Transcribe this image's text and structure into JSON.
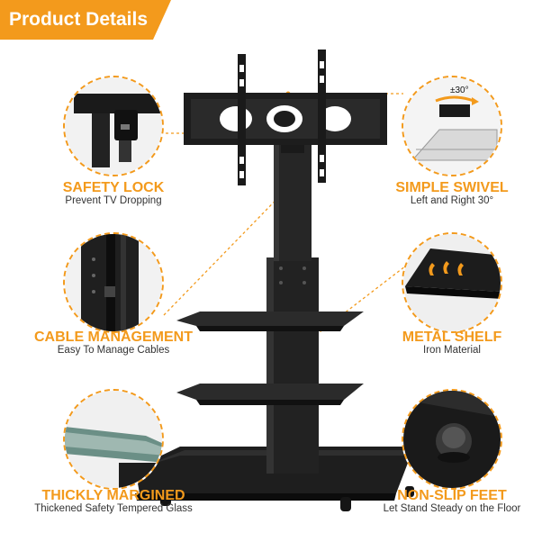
{
  "banner": {
    "title": "Product Details",
    "color": "#f39a1c"
  },
  "accent_color": "#f39a1c",
  "features": [
    {
      "title": "SAFETY LOCK",
      "subtitle": "Prevent TV Dropping",
      "icon": "safety-lock-icon"
    },
    {
      "title": "SIMPLE SWIVEL",
      "subtitle": "Left and Right 30°",
      "icon": "swivel-icon",
      "badge": "±30°"
    },
    {
      "title": "CABLE MANAGEMENT",
      "subtitle": "Easy To Manage Cables",
      "icon": "cable-management-icon"
    },
    {
      "title": "METAL SHELF",
      "subtitle": "Iron Material",
      "icon": "metal-shelf-icon"
    },
    {
      "title": "THICKLY MARGINED",
      "subtitle": "Thickened Safety Tempered Glass",
      "icon": "tempered-glass-icon"
    },
    {
      "title": "NON-SLIP FEET",
      "subtitle": "Let Stand Steady on the Floor",
      "icon": "non-slip-foot-icon"
    }
  ]
}
